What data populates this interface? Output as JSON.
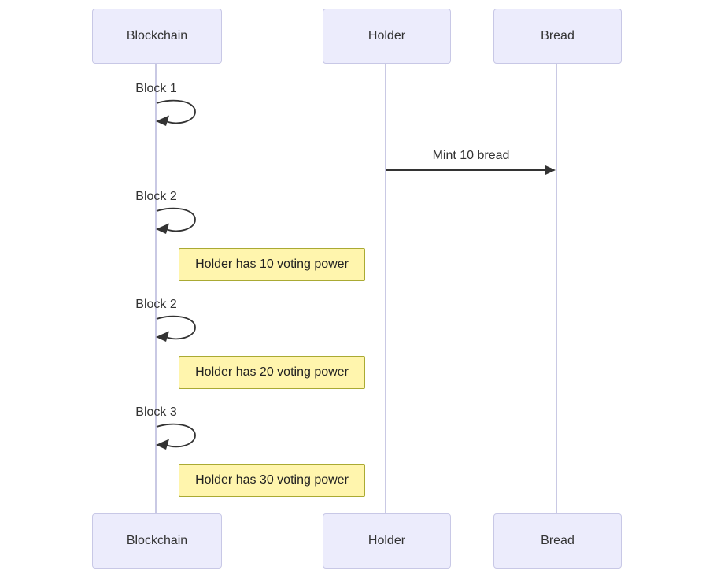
{
  "diagram": {
    "type": "sequence-diagram",
    "colors": {
      "background": "#ffffff",
      "actor_fill": "#ececfc",
      "actor_border": "#c8c8e6",
      "lifeline": "#c9c9e4",
      "note_fill": "#fff5ad",
      "note_border": "#aaaa33",
      "line": "#333333",
      "text": "#333333"
    },
    "participants": [
      {
        "label": "Blockchain"
      },
      {
        "label": "Holder"
      },
      {
        "label": "Bread"
      }
    ],
    "events": [
      {
        "type": "self_message",
        "actor": "Blockchain",
        "label": "Block 1"
      },
      {
        "type": "message",
        "from": "Holder",
        "to": "Bread",
        "label": "Mint 10 bread"
      },
      {
        "type": "self_message",
        "actor": "Blockchain",
        "label": "Block 2"
      },
      {
        "type": "note",
        "label": "Holder has 10 voting power"
      },
      {
        "type": "self_message",
        "actor": "Blockchain",
        "label": "Block 2"
      },
      {
        "type": "note",
        "label": "Holder has 20 voting power"
      },
      {
        "type": "self_message",
        "actor": "Blockchain",
        "label": "Block 3"
      },
      {
        "type": "note",
        "label": "Holder has 30 voting power"
      }
    ]
  }
}
